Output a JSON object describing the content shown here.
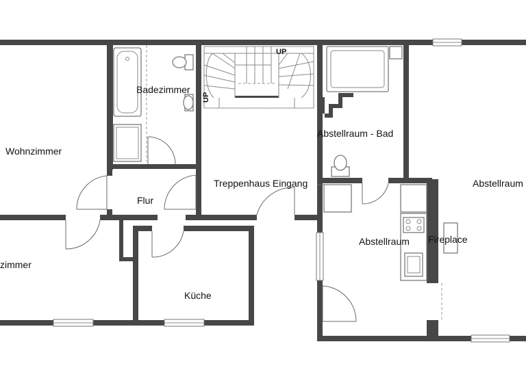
{
  "rooms": {
    "wohnzimmer": "Wohnzimmer",
    "zimmer": "zimmer",
    "badezimmer": "Badezimmer",
    "flur": "Flur",
    "treppenhaus": "Treppenhaus Eingang",
    "kueche": "Küche",
    "abstellraum_bad": "Abstellraum - Bad",
    "abstellraum": "Abstellraum",
    "abstellraum_right": "Abstellraum",
    "fireplace": "Fireplace"
  },
  "stairs": {
    "up_top": "UP",
    "up_side": "UP"
  }
}
